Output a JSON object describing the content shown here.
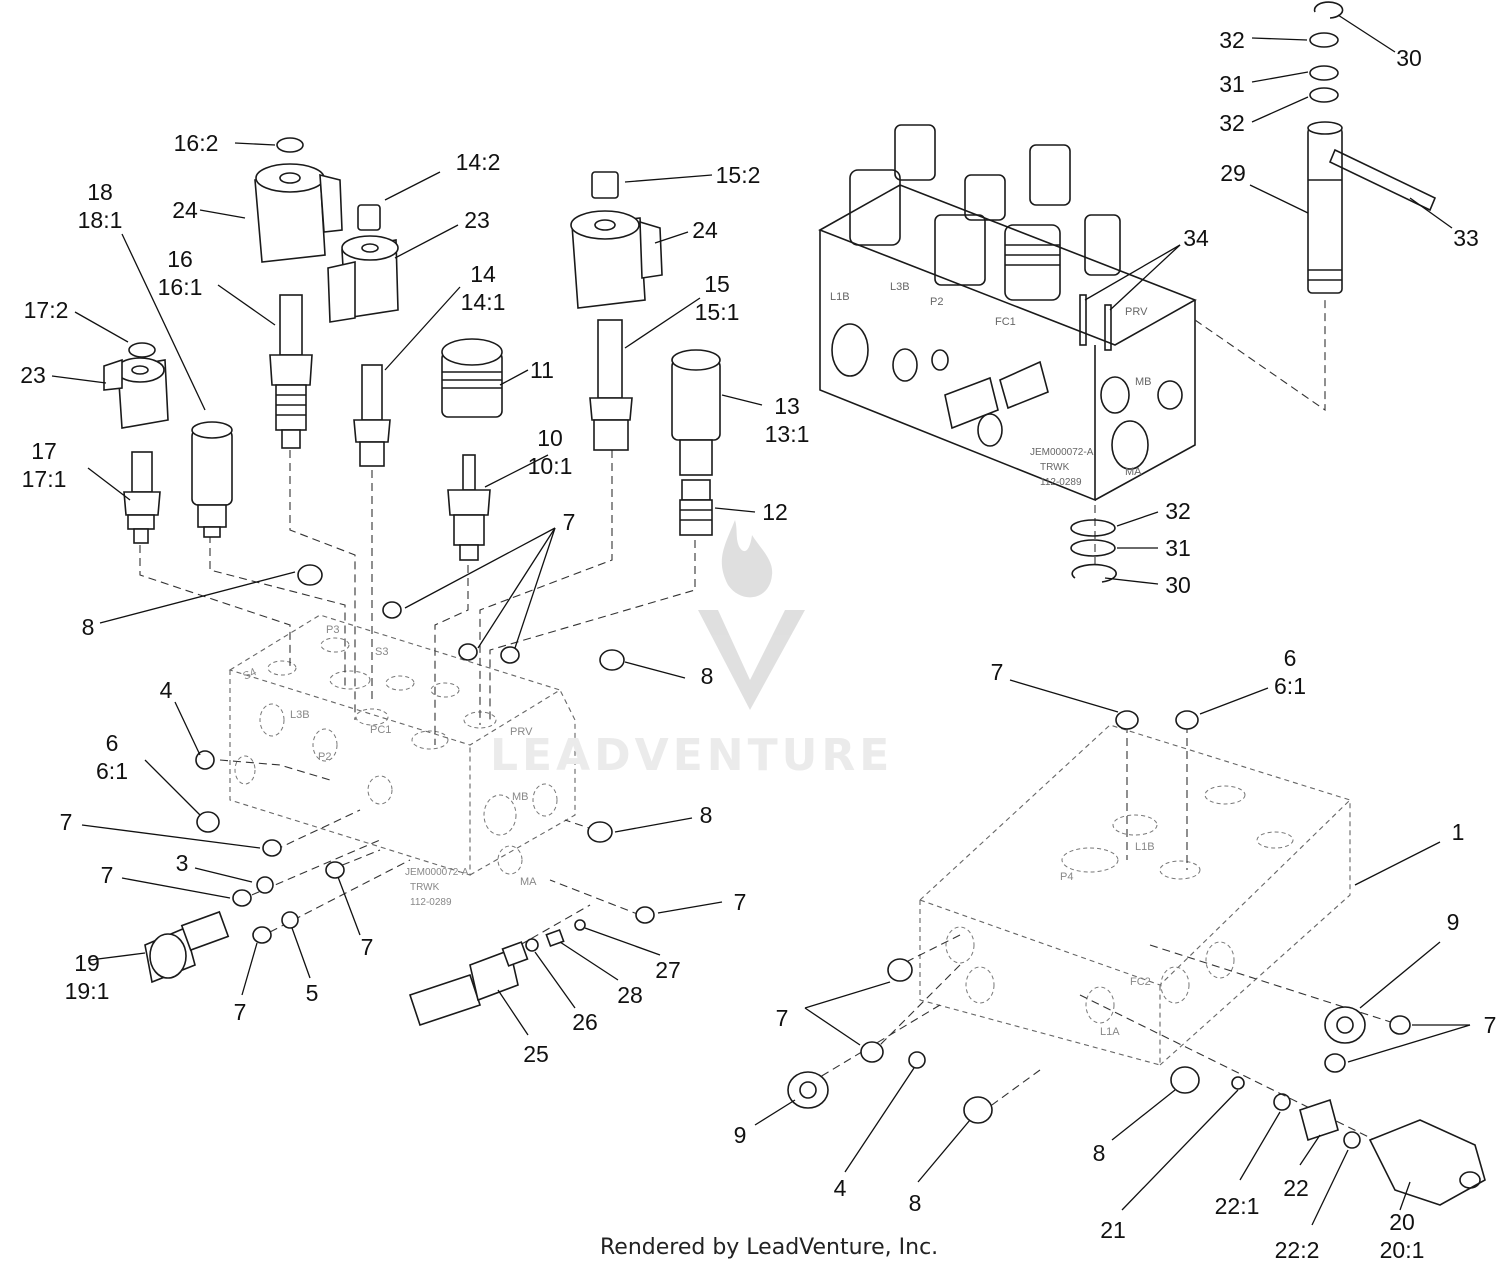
{
  "footer": {
    "credit": "Rendered by LeadVenture, Inc."
  },
  "watermark": {
    "text": "LEADVENTURE"
  },
  "callouts": [
    {
      "id": "c-16-2",
      "text": "16:2"
    },
    {
      "id": "c-24a",
      "text": "24"
    },
    {
      "id": "c-18",
      "text": "18\n18:1"
    },
    {
      "id": "c-16",
      "text": "16\n16:1"
    },
    {
      "id": "c-14-2",
      "text": "14:2"
    },
    {
      "id": "c-23a",
      "text": "23"
    },
    {
      "id": "c-14",
      "text": "14\n14:1"
    },
    {
      "id": "c-15-2",
      "text": "15:2"
    },
    {
      "id": "c-24b",
      "text": "24"
    },
    {
      "id": "c-15",
      "text": "15\n15:1"
    },
    {
      "id": "c-17-2",
      "text": "17:2"
    },
    {
      "id": "c-23b",
      "text": "23"
    },
    {
      "id": "c-11",
      "text": "11"
    },
    {
      "id": "c-13",
      "text": "13\n13:1"
    },
    {
      "id": "c-17",
      "text": "17\n17:1"
    },
    {
      "id": "c-10",
      "text": "10\n10:1"
    },
    {
      "id": "c-12",
      "text": "12"
    },
    {
      "id": "c-7a",
      "text": "7"
    },
    {
      "id": "c-8a",
      "text": "8"
    },
    {
      "id": "c-8b",
      "text": "8"
    },
    {
      "id": "c-4a",
      "text": "4"
    },
    {
      "id": "c-6a",
      "text": "6\n6:1"
    },
    {
      "id": "c-7b",
      "text": "7"
    },
    {
      "id": "c-8c",
      "text": "8"
    },
    {
      "id": "c-3",
      "text": "3"
    },
    {
      "id": "c-7c",
      "text": "7"
    },
    {
      "id": "c-7d",
      "text": "7"
    },
    {
      "id": "c-7e",
      "text": "7"
    },
    {
      "id": "c-19",
      "text": "19\n19:1"
    },
    {
      "id": "c-7f",
      "text": "7"
    },
    {
      "id": "c-5",
      "text": "5"
    },
    {
      "id": "c-27",
      "text": "27"
    },
    {
      "id": "c-28",
      "text": "28"
    },
    {
      "id": "c-26",
      "text": "26"
    },
    {
      "id": "c-25",
      "text": "25"
    },
    {
      "id": "c-32a",
      "text": "32"
    },
    {
      "id": "c-30a",
      "text": "30"
    },
    {
      "id": "c-31a",
      "text": "31"
    },
    {
      "id": "c-32b",
      "text": "32"
    },
    {
      "id": "c-29",
      "text": "29"
    },
    {
      "id": "c-33",
      "text": "33"
    },
    {
      "id": "c-34",
      "text": "34"
    },
    {
      "id": "c-32c",
      "text": "32"
    },
    {
      "id": "c-31b",
      "text": "31"
    },
    {
      "id": "c-30b",
      "text": "30"
    },
    {
      "id": "c-7g",
      "text": "7"
    },
    {
      "id": "c-6b",
      "text": "6\n6:1"
    },
    {
      "id": "c-1",
      "text": "1"
    },
    {
      "id": "c-9a",
      "text": "9"
    },
    {
      "id": "c-7h",
      "text": "7"
    },
    {
      "id": "c-7i",
      "text": "7"
    },
    {
      "id": "c-9b",
      "text": "9"
    },
    {
      "id": "c-4b",
      "text": "4"
    },
    {
      "id": "c-8d",
      "text": "8"
    },
    {
      "id": "c-8e",
      "text": "8"
    },
    {
      "id": "c-21",
      "text": "21"
    },
    {
      "id": "c-22-1",
      "text": "22:1"
    },
    {
      "id": "c-22",
      "text": "22"
    },
    {
      "id": "c-22-2",
      "text": "22:2"
    },
    {
      "id": "c-20",
      "text": "20\n20:1"
    }
  ]
}
